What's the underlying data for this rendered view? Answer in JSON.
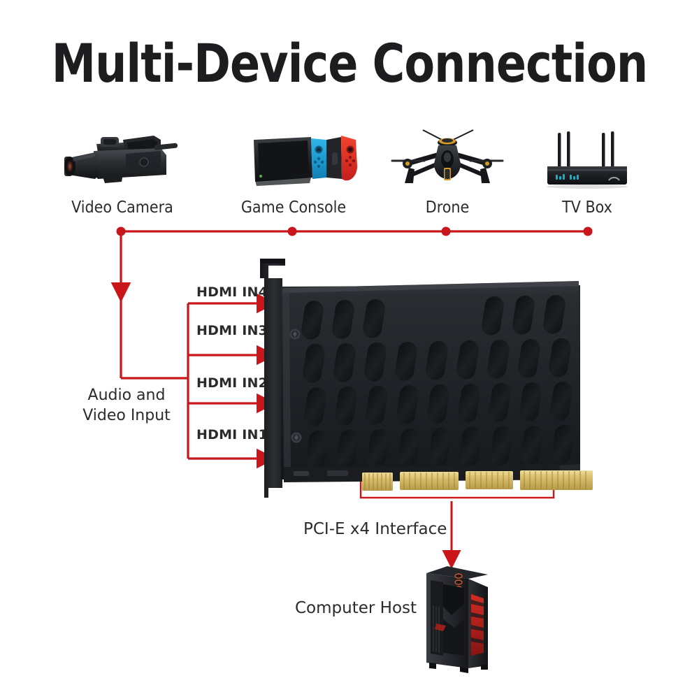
{
  "page": {
    "title": "Multi-Device Connection",
    "background": "#ffffff",
    "accent_red": "#c8161a",
    "text_color": "#2b2b2b"
  },
  "devices": [
    {
      "label": "Video Camera",
      "icon": "video-camera-icon"
    },
    {
      "label": "Game Console",
      "icon": "game-console-icon"
    },
    {
      "label": "Drone",
      "icon": "drone-icon"
    },
    {
      "label": "TV Box",
      "icon": "tv-box-icon"
    }
  ],
  "inputs": {
    "group_label_line1": "Audio and",
    "group_label_line2": "Video Input",
    "ports": [
      {
        "label": "HDMI IN4"
      },
      {
        "label": "HDMI IN3"
      },
      {
        "label": "HDMI IN2"
      },
      {
        "label": "HDMI IN1"
      }
    ]
  },
  "card": {
    "name": "pcie-capture-card",
    "interface_label": "PCI-E x4 Interface",
    "contact_groups": 4
  },
  "host": {
    "label": "Computer Host",
    "icon": "computer-tower-icon"
  }
}
